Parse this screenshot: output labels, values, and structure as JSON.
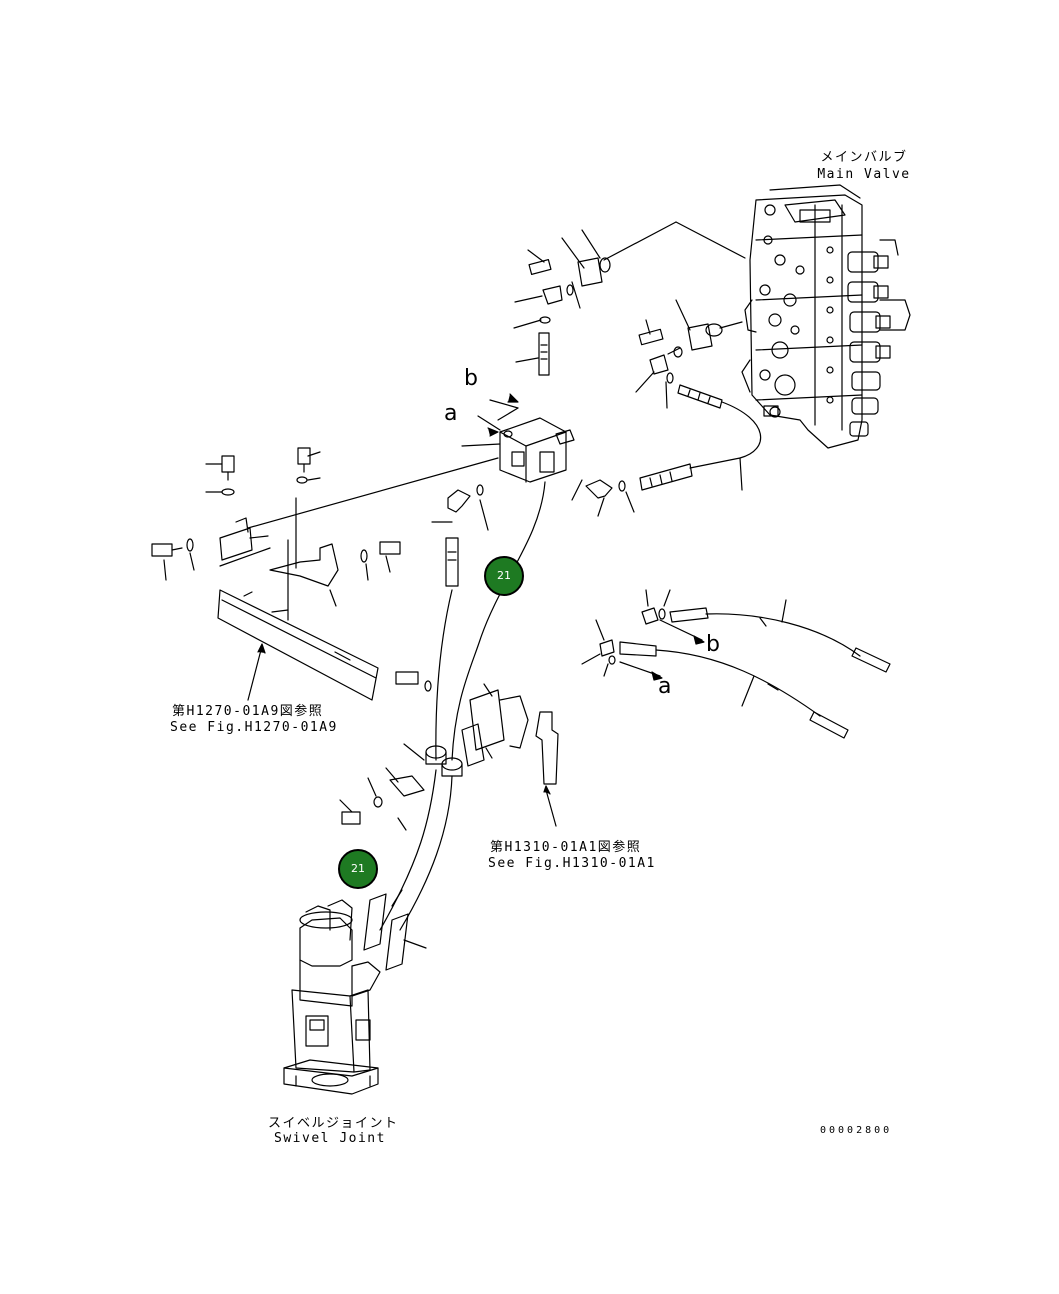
{
  "labels": {
    "main_valve_jp": "メインバルブ",
    "main_valve_en": "Main Valve",
    "swivel_jp": "スイベルジョイント",
    "swivel_en": "Swivel Joint",
    "ref1_jp": "第H1270-01A9図参照",
    "ref1_en": "See Fig.H1270-01A9",
    "ref2_jp": "第H1310-01A1図参照",
    "ref2_en": "See Fig.H1310-01A1",
    "letter_a": "a",
    "letter_b": "b",
    "doc_number": "00002800"
  },
  "callouts": [
    {
      "label": "21",
      "color": "#1e7a22"
    },
    {
      "label": "21",
      "color": "#1e7a22"
    }
  ],
  "colors": {
    "line": "#000000",
    "callout_fill": "#1e7a22",
    "callout_text": "#ffffff"
  }
}
